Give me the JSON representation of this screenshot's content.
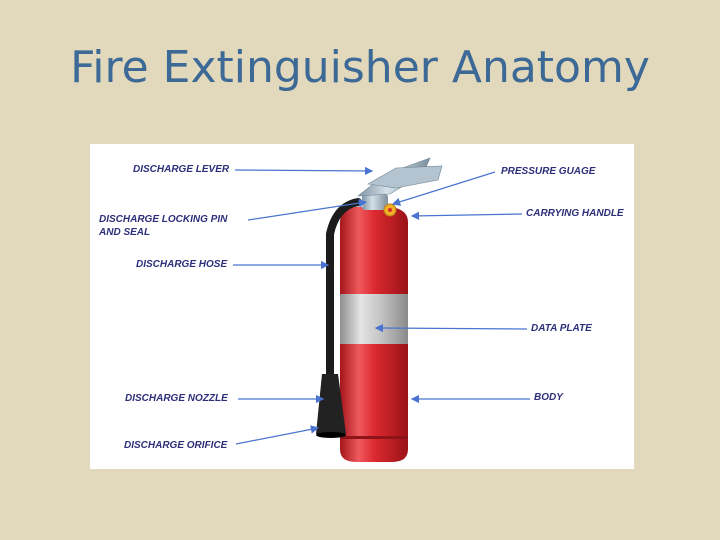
{
  "slide": {
    "title": "Fire Extinguisher Anatomy"
  },
  "diagram": {
    "labels": {
      "discharge_lever": "DISCHARGE LEVER",
      "discharge_locking_pin": "DISCHARGE LOCKING PIN\nAND SEAL",
      "discharge_hose": "DISCHARGE HOSE",
      "discharge_nozzle": "DISCHARGE NOZZLE",
      "discharge_orifice": "DISCHARGE ORIFICE",
      "pressure_gauge": "PRESSURE GUAGE",
      "carrying_handle": "CARRYING HANDLE",
      "data_plate": "DATA PLATE",
      "body": "BODY"
    }
  },
  "colors": {
    "background": "#e2d9bd",
    "title": "#3d6996",
    "label_text": "#2e2f7a",
    "leader_line": "#4a74d0",
    "cylinder_red": "#d8232a",
    "band_silver": "#b9b9b9",
    "valve_steel": "#9fb3c2",
    "hose_black": "#1a1a1a"
  }
}
